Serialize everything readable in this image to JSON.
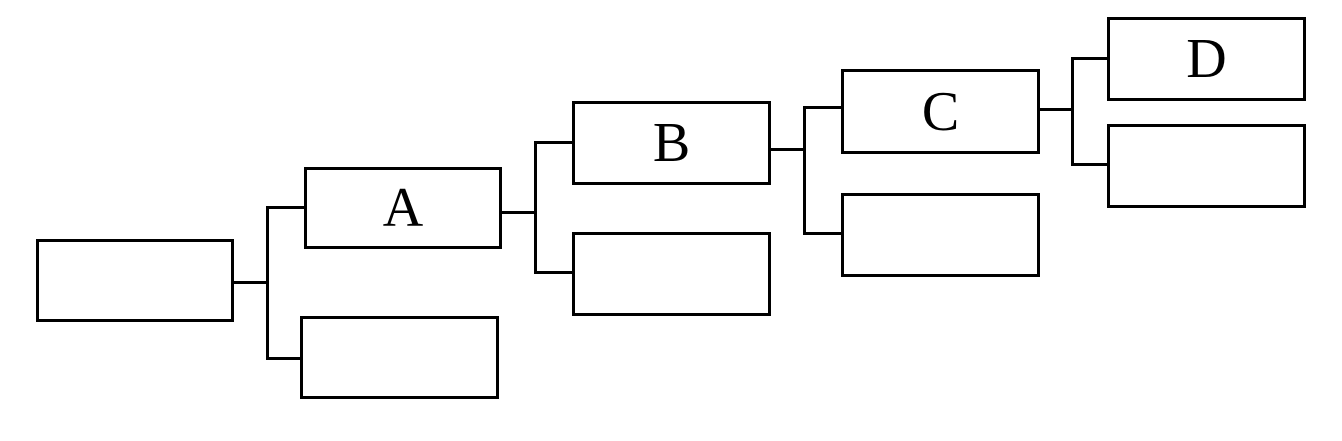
{
  "diagram": {
    "nodes": [
      {
        "id": "root",
        "label": ""
      },
      {
        "id": "a",
        "label": "A"
      },
      {
        "id": "a-sibling",
        "label": ""
      },
      {
        "id": "b",
        "label": "B"
      },
      {
        "id": "b-sibling",
        "label": ""
      },
      {
        "id": "c",
        "label": "C"
      },
      {
        "id": "c-sibling",
        "label": ""
      },
      {
        "id": "d",
        "label": "D"
      },
      {
        "id": "d-sibling",
        "label": ""
      }
    ]
  }
}
